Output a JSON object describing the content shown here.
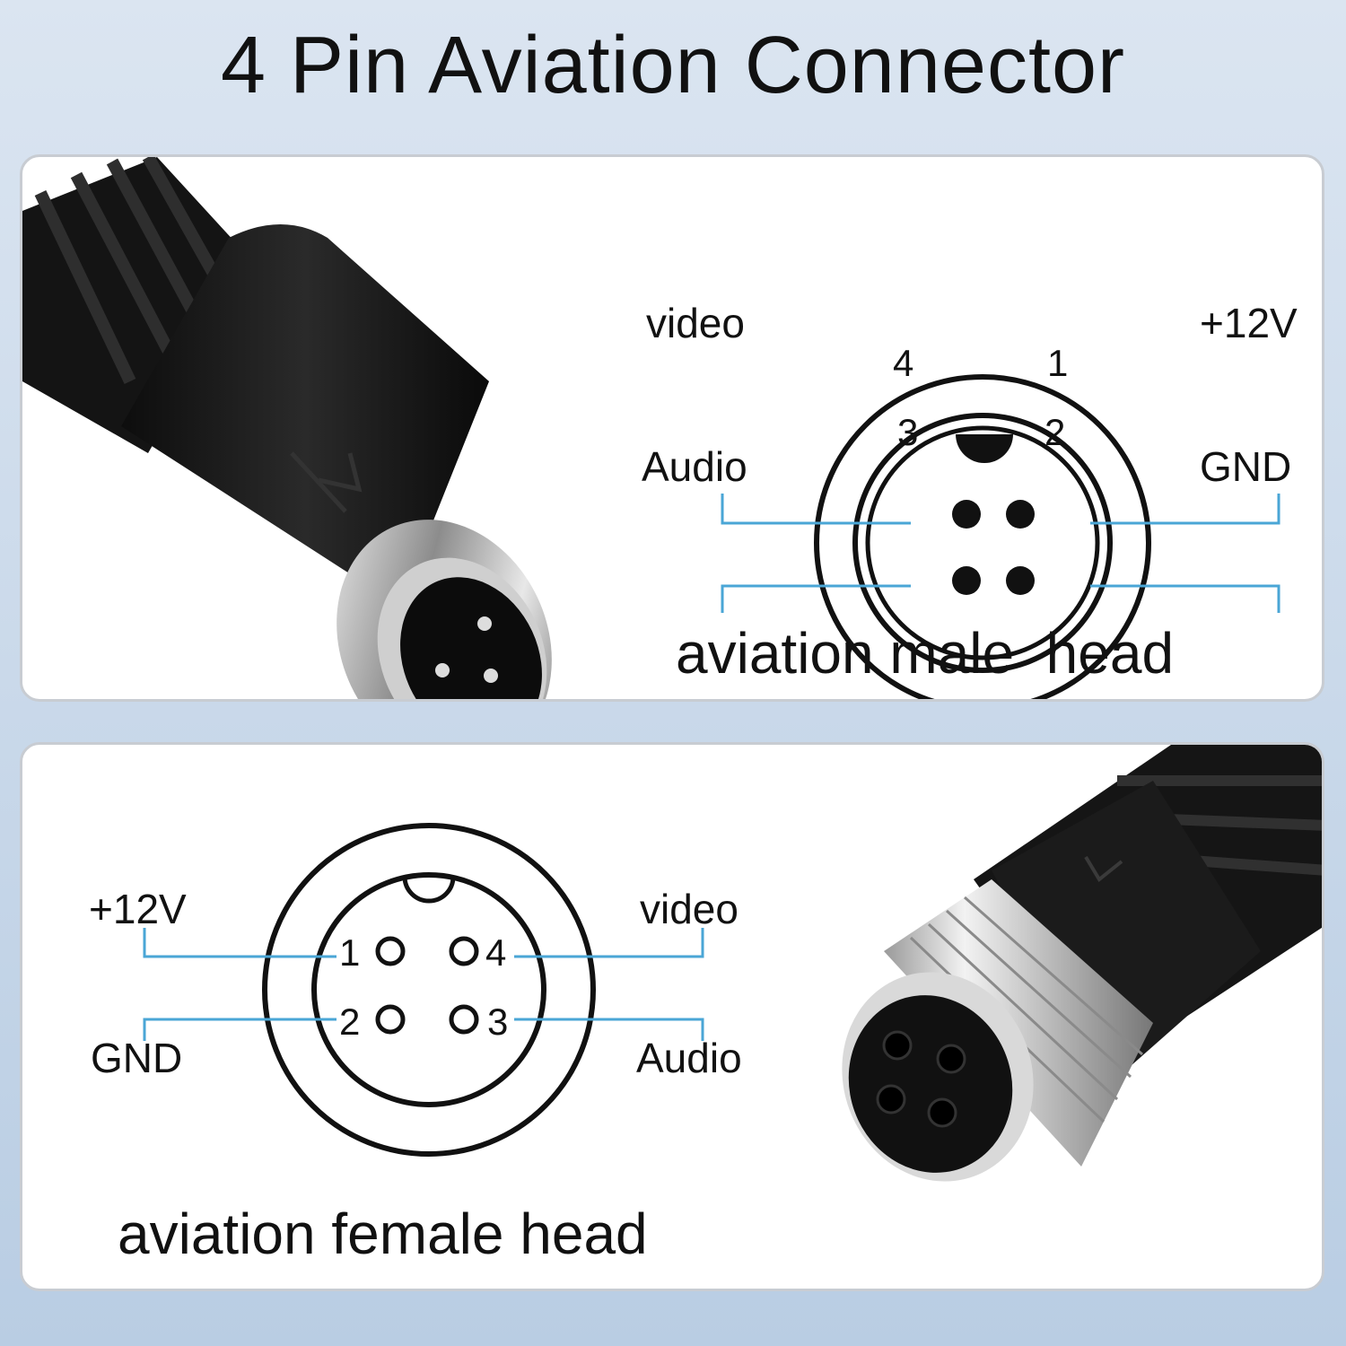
{
  "title": "4 Pin Aviation Connector",
  "colors": {
    "leader_line": "#4aa6d6",
    "panel_bg": "#ffffff",
    "background_top": "#dbe5f1",
    "background_bottom": "#b9cde3"
  },
  "male": {
    "label": "aviation male  head",
    "pins": [
      {
        "number": "1",
        "signal": "+12V"
      },
      {
        "number": "2",
        "signal": "GND"
      },
      {
        "number": "3",
        "signal": "Audio"
      },
      {
        "number": "4",
        "signal": "video"
      }
    ]
  },
  "female": {
    "label": "aviation female head",
    "pins": [
      {
        "number": "1",
        "signal": "+12V"
      },
      {
        "number": "2",
        "signal": "GND"
      },
      {
        "number": "3",
        "signal": "Audio"
      },
      {
        "number": "4",
        "signal": "video"
      }
    ]
  }
}
